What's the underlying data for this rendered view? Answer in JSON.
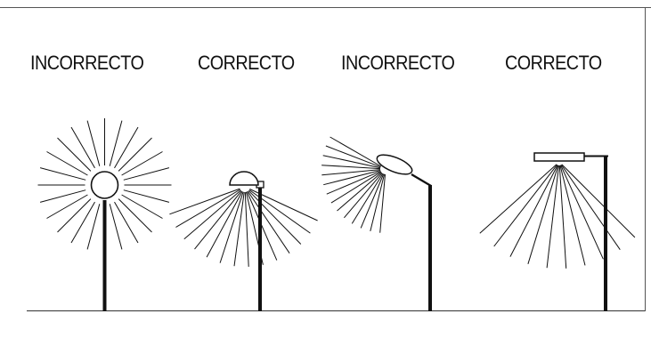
{
  "labels": [
    "INCORRECTO",
    "CORRECTO",
    "INCORRECTO",
    "CORRECTO"
  ],
  "colors": {
    "ink": "#111111",
    "border": "#444444",
    "background": "#ffffff"
  }
}
